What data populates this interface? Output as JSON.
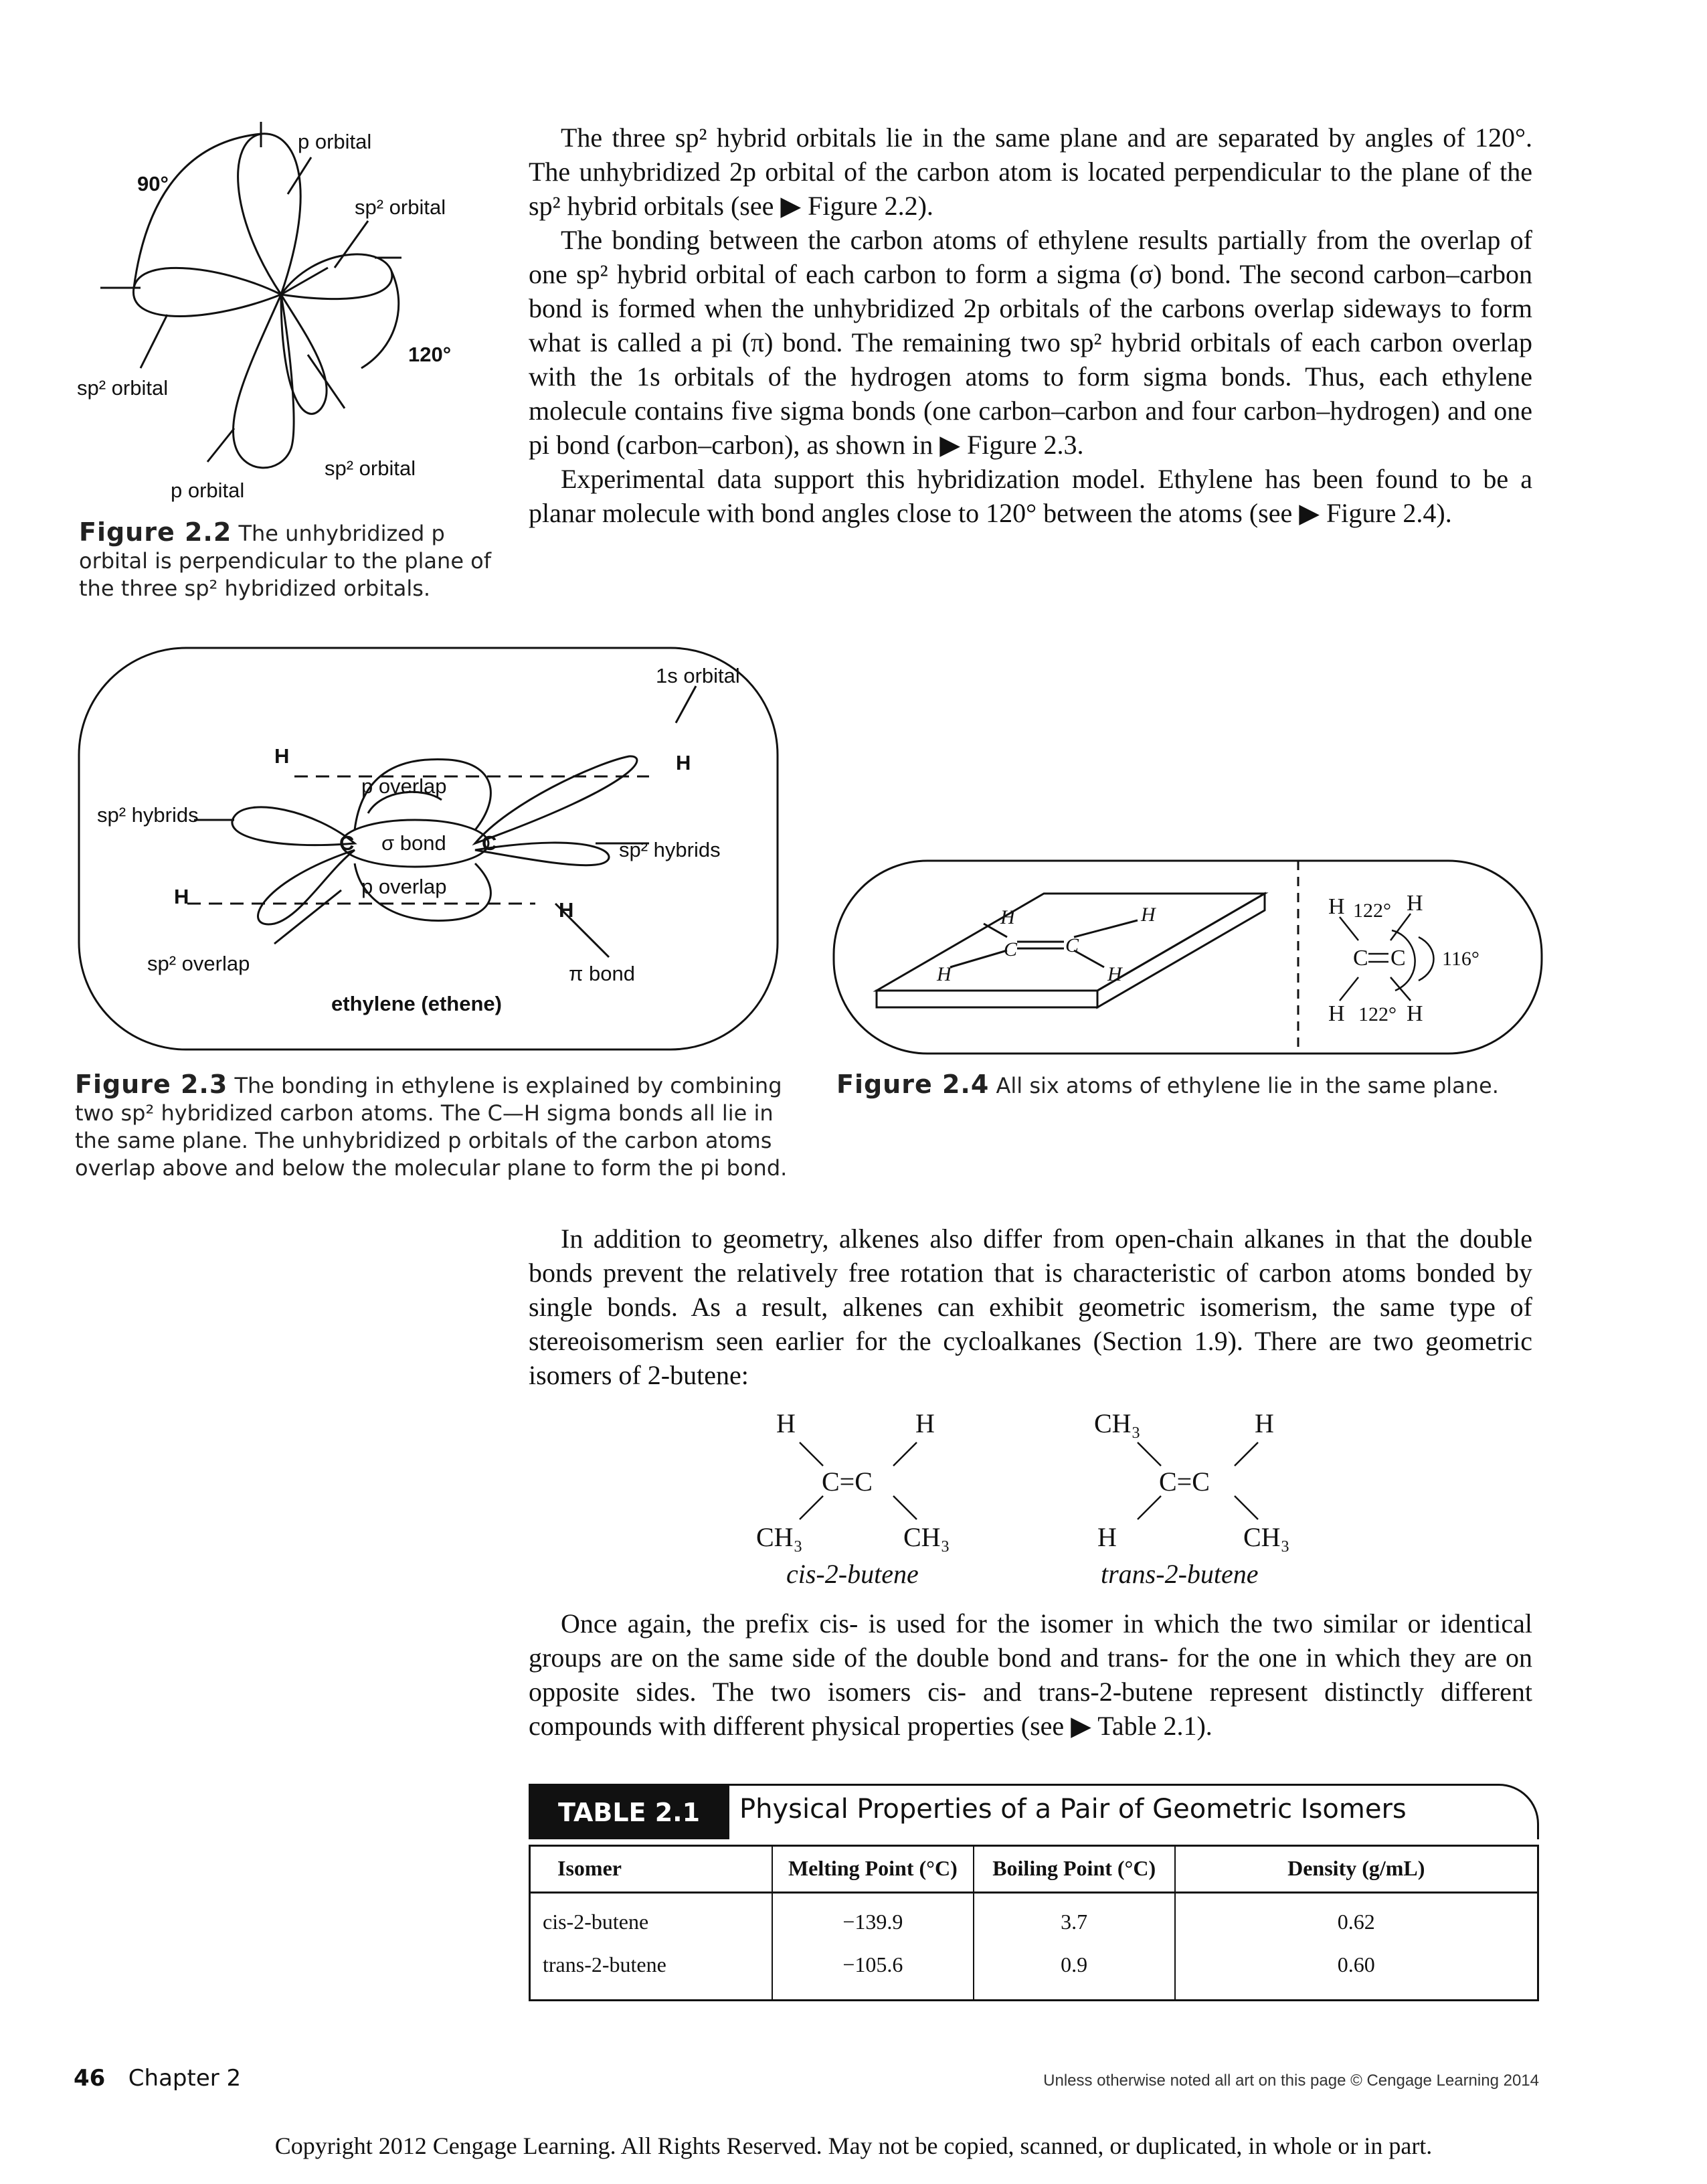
{
  "fig22": {
    "labels": {
      "p_orbital_top": "p orbital",
      "sp2_orbital_right": "sp² orbital",
      "angle_90": "90°",
      "angle_120": "120°",
      "sp2_orbital_left": "sp² orbital",
      "sp2_orbital_bottom": "sp² orbital",
      "p_orbital_bottom": "p orbital"
    },
    "caption_label": "Figure 2.2",
    "caption_text": "The unhybridized p orbital is perpendicular to the plane of the three sp² hybridized orbitals."
  },
  "paragraphs_top": [
    "The three sp² hybrid orbitals lie in the same plane and are separated by angles of 120°. The unhybridized 2p orbital of the carbon atom is located perpendicular to the plane of the sp² hybrid orbitals (see ▶ Figure 2.2).",
    "The bonding between the carbon atoms of ethylene results partially from the overlap of one sp² hybrid orbital of each carbon to form a sigma (σ) bond. The second carbon–carbon bond is formed when the unhybridized 2p orbitals of the carbons overlap sideways to form what is called a pi (π) bond. The remaining two sp² hybrid orbitals of each carbon overlap with the 1s orbitals of the hydrogen atoms to form sigma bonds. Thus, each ethylene molecule contains five sigma bonds (one carbon–carbon and four carbon–hydrogen) and one pi bond (carbon–carbon), as shown in ▶ Figure 2.3.",
    "Experimental data support this hybridization model. Ethylene has been found to be a planar molecule with bond angles close to 120° between the atoms (see ▶ Figure 2.4)."
  ],
  "fig23": {
    "labels": {
      "s_orbital": "1s orbital",
      "h_top_left": "H",
      "h_top_right": "H",
      "p_overlap_top": "p overlap",
      "sp2_hybrids_left": "sp² hybrids",
      "c_left": "C",
      "sigma_bond": "σ bond",
      "c_right": "C",
      "sp2_hybrids_right": "sp² hybrids",
      "h_bottom_left": "H",
      "p_overlap_bottom": "p overlap",
      "h_bottom_right": "H",
      "sp2_overlap": "sp² overlap",
      "pi_bond": "π bond",
      "ethylene": "ethylene (ethene)"
    },
    "caption_label": "Figure 2.3",
    "caption_text": "The bonding in ethylene is explained by combining two sp² hybridized carbon atoms. The C—H sigma bonds all lie in the same plane. The unhybridized p orbitals of the carbon atoms overlap above and below the molecular plane to form the pi bond."
  },
  "fig24": {
    "labels": {
      "h1": "H",
      "h2": "H",
      "h3": "H",
      "h4": "H",
      "c1": "C",
      "c2": "C",
      "angle_top": "122°",
      "angle_bottom": "122°",
      "angle_right": "116°"
    },
    "caption_label": "Figure 2.4",
    "caption_text": "All six atoms of ethylene lie in the same plane."
  },
  "paragraph_isomerism": "In addition to geometry, alkenes also differ from open-chain alkanes in that the double bonds prevent the relatively free rotation that is characteristic of carbon atoms bonded by single bonds. As a result, alkenes can exhibit geometric isomerism, the same type of stereoisomerism seen earlier for the cycloalkanes (Section 1.9). There are two geometric isomers of 2-butene:",
  "structures": {
    "cis": {
      "top_left": "H",
      "top_right": "H",
      "center": "C=C",
      "bottom_left": "CH₃",
      "bottom_right": "CH₃",
      "name": "cis-2-butene"
    },
    "trans": {
      "top_left": "CH₃",
      "top_right": "H",
      "center": "C=C",
      "bottom_left": "H",
      "bottom_right": "CH₃",
      "name": "trans-2-butene"
    }
  },
  "paragraph_prefix": "Once again, the prefix cis- is used for the isomer in which the two similar or identical groups are on the same side of the double bond and trans- for the one in which they are on opposite sides. The two isomers cis- and trans-2-butene represent distinctly different compounds with different physical properties (see ▶ Table 2.1).",
  "table": {
    "tag": "TABLE 2.1",
    "title": "Physical Properties of a Pair of Geometric Isomers",
    "headers": [
      "Isomer",
      "Melting Point (°C)",
      "Boiling Point (°C)",
      "Density (g/mL)"
    ],
    "rows": [
      [
        "cis-2-butene",
        "−139.9",
        "3.7",
        "0.62"
      ],
      [
        "trans-2-butene",
        "−105.6",
        "0.9",
        "0.60"
      ]
    ]
  },
  "footer": {
    "page_number": "46",
    "chapter": "Chapter 2",
    "credit": "Unless otherwise noted all art on this page © Cengage Learning 2014",
    "copyright": "Copyright 2012 Cengage Learning. All Rights Reserved. May not be copied, scanned, or duplicated, in whole or in part."
  }
}
